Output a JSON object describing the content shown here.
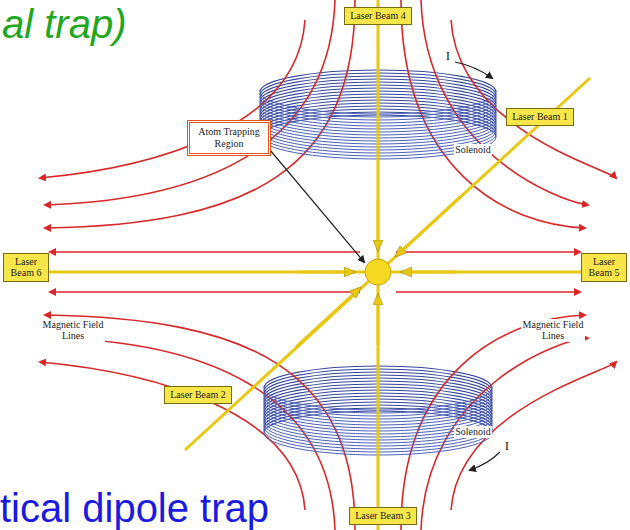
{
  "diagram": {
    "nodes": [
      {
        "text": [
          "Laser Beam 4"
        ]
      },
      {
        "text": [
          "Laser Beam 1"
        ]
      },
      {
        "text": [
          "Atom Trapping Region"
        ]
      },
      {
        "text": [
          "Laser Beam 6"
        ]
      },
      {
        "text": [
          "Laser Beam 5"
        ]
      },
      {
        "text": [
          "Laser Beam 2"
        ]
      },
      {
        "text": [
          "Laser Beam 3"
        ]
      }
    ],
    "labels": [
      "al trap)",
      "I",
      "Solenoid",
      "Magnetic Field Lines",
      "Magnetic Field Lines",
      "Solenoid",
      "I",
      "tical dipole trap"
    ]
  }
}
